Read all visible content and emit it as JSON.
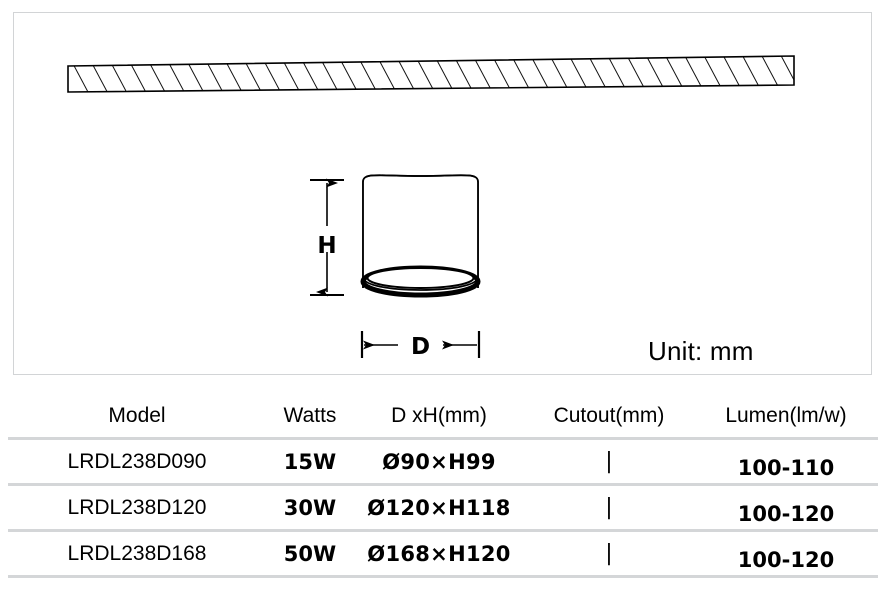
{
  "drawing": {
    "unit_label": "Unit: mm",
    "dimension_height_label": "H",
    "dimension_diameter_label": "D",
    "ceiling_name": "hatched-ceiling-slab",
    "fixture_name": "surface-mounted-cylinder-downlight",
    "colors": {
      "line": "#000000",
      "panel_border": "#d2d4d6",
      "table_rule": "#d4d6d8",
      "text": "#000000"
    }
  },
  "table": {
    "headers": [
      "Model",
      "Watts",
      "D xH(mm)",
      "Cutout(mm)",
      "Lumen(lm/w)"
    ],
    "rows": [
      {
        "model": "LRDL238D090",
        "watts": "15W",
        "dxh": "Ø90×H99",
        "cutout": "|",
        "lumen": "100-110"
      },
      {
        "model": "LRDL238D120",
        "watts": "30W",
        "dxh": "Ø120×H118",
        "cutout": "|",
        "lumen": "100-120"
      },
      {
        "model": "LRDL238D168",
        "watts": "50W",
        "dxh": "Ø168×H120",
        "cutout": "|",
        "lumen": "100-120"
      }
    ]
  }
}
